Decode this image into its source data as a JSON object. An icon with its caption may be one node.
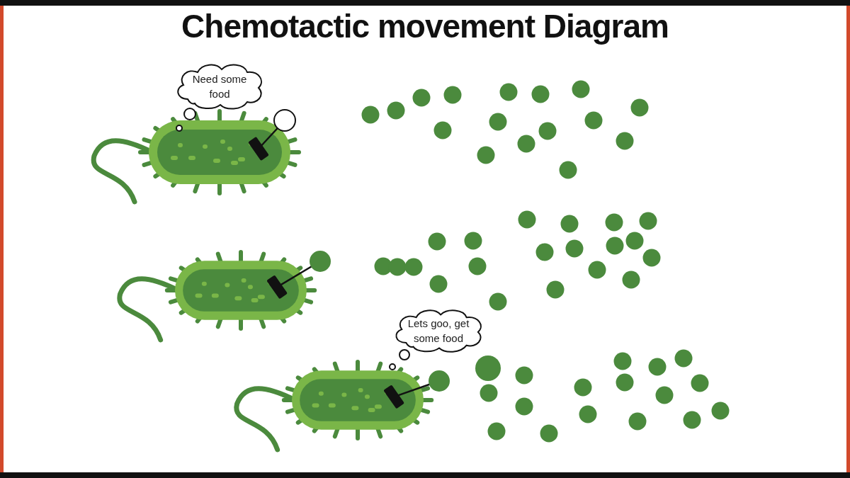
{
  "diagram": {
    "title": "Chemotactic movement Diagram",
    "nodes": [
      {
        "text": [
          "Need some food"
        ]
      },
      {
        "text": [
          "Lets goo, get some food"
        ]
      }
    ]
  }
}
